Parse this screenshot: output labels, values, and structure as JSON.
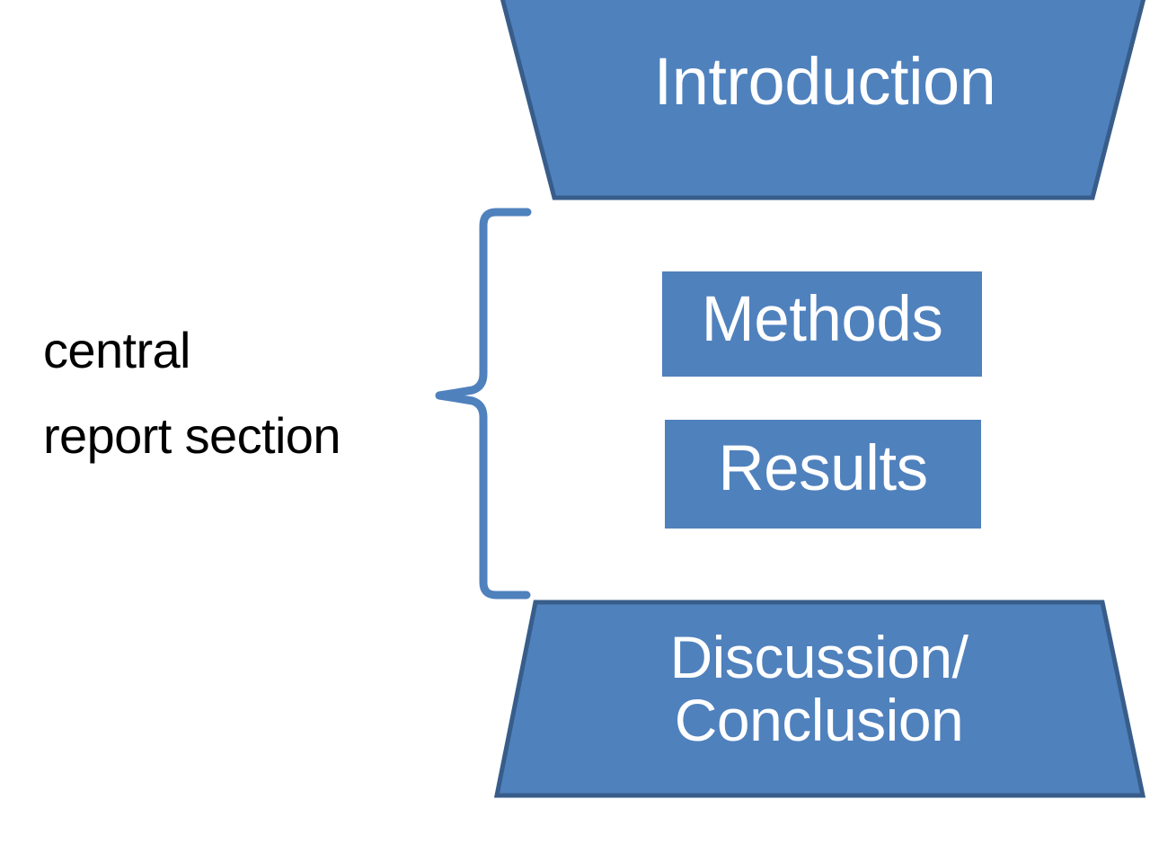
{
  "diagram": {
    "title": "Report structure diagram",
    "type": "flow-diagram",
    "background_color": "#FFFFFF",
    "palette": {
      "shape_fill": "#4F81BD",
      "shape_border": "#385D8A",
      "shape_text": "#FFFFFF",
      "annotation_text": "#000000",
      "brace_stroke": "#4F81BD"
    },
    "nodes": [
      {
        "id": "introduction",
        "label": "Introduction",
        "shape": "trapezoid-down",
        "fill": "#4F81BD",
        "border": "#385D8A",
        "text_color": "#FFFFFF"
      },
      {
        "id": "methods",
        "label": "Methods",
        "shape": "rectangle",
        "fill": "#4F81BD",
        "border": "none",
        "text_color": "#FFFFFF"
      },
      {
        "id": "results",
        "label": "Results",
        "shape": "rectangle",
        "fill": "#4F81BD",
        "border": "none",
        "text_color": "#FFFFFF"
      },
      {
        "id": "discussion-conclusion",
        "label": "Discussion/\nConclusion",
        "shape": "trapezoid-up",
        "fill": "#4F81BD",
        "border": "#385D8A",
        "text_color": "#FFFFFF"
      }
    ],
    "annotations": [
      {
        "id": "central-report-section",
        "label": "central\nreport section",
        "text_color": "#000000",
        "attached_to": [
          "methods",
          "results"
        ],
        "marker": "left-curly-brace"
      }
    ],
    "brace": {
      "id": "central-section-brace",
      "glyph": "left-curly-brace",
      "stroke": "#4F81BD",
      "stroke_width": 9,
      "spans": [
        "methods",
        "results"
      ]
    }
  }
}
